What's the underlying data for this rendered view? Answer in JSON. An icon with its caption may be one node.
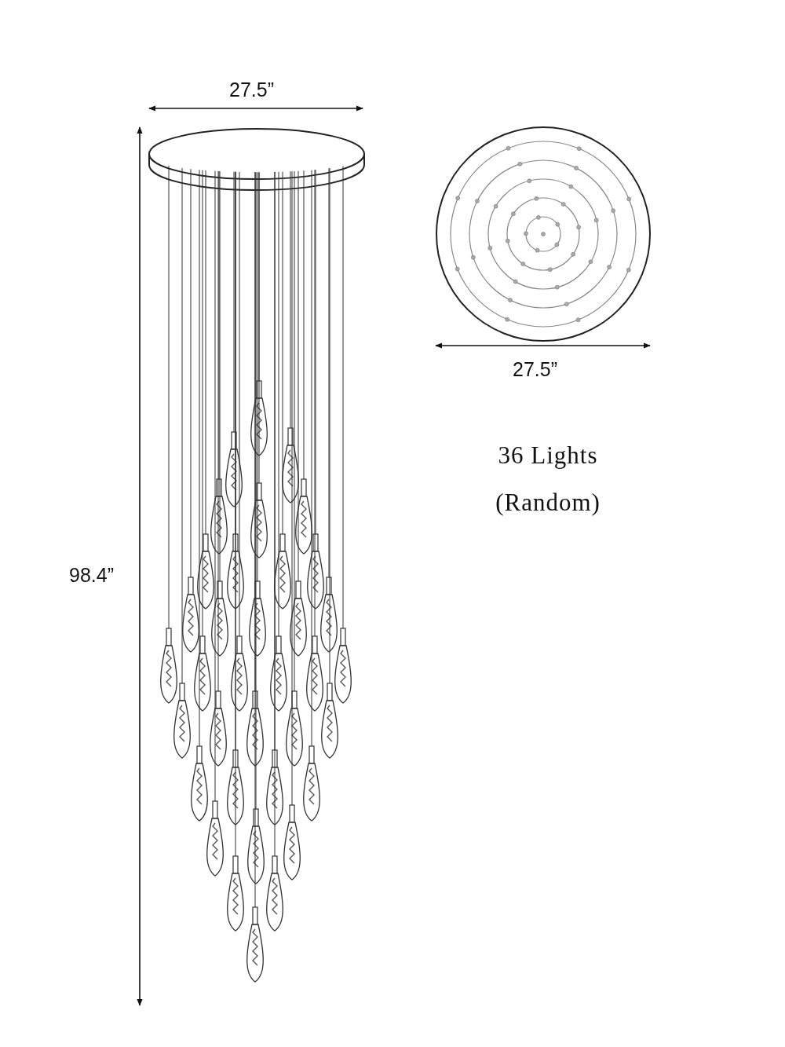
{
  "diagram": {
    "labels": [
      "27.5”",
      "27.5”",
      "36 Lights (Random)",
      "98.4”"
    ]
  }
}
